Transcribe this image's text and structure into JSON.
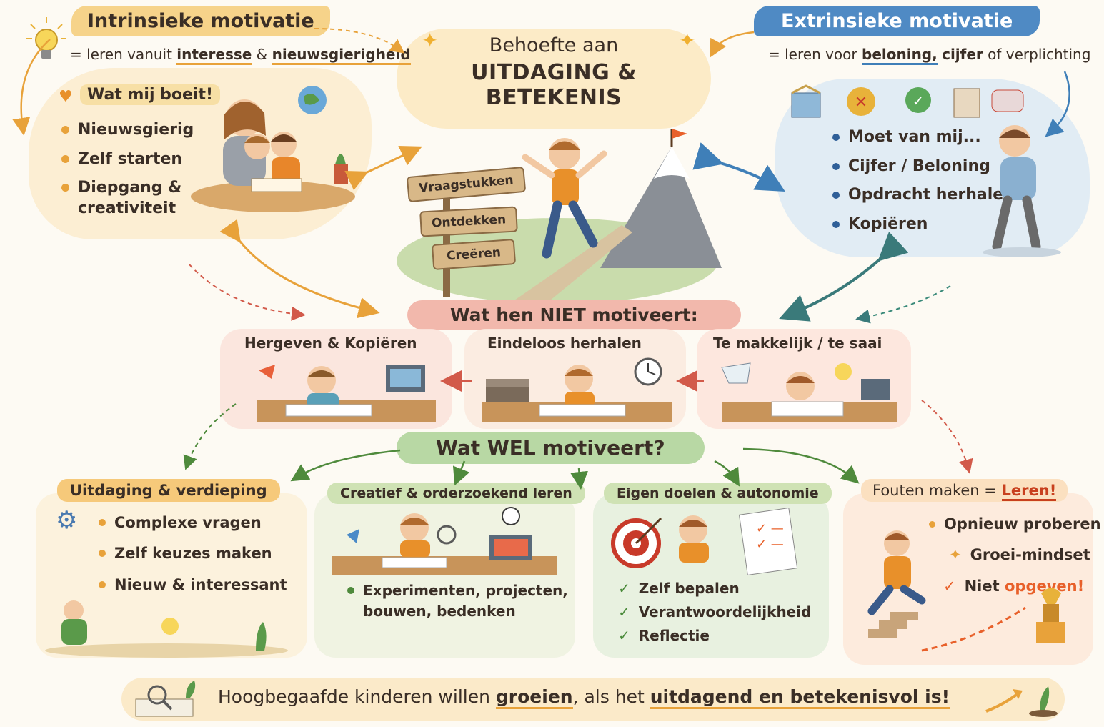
{
  "center": {
    "line1": "Behoefte aan",
    "line2": "UITDAGING & BETEKENIS",
    "signs": [
      "Vraagstukken",
      "Ontdekken",
      "Creëren"
    ]
  },
  "intrinsic": {
    "title": "Intrinsieke motivatie",
    "def_prefix": "= leren vanuit ",
    "def_bold1": "interesse",
    "def_mid": " & ",
    "def_bold2": "nieuwsgierigheid",
    "sub_title": "Wat mij boeit!",
    "items": [
      "Nieuwsgierig",
      "Zelf starten",
      "Diepgang &",
      "creativiteit"
    ]
  },
  "extrinsic": {
    "title": "Extrinsieke motivatie",
    "def_prefix": "= leren voor ",
    "def_bold1": "beloning,",
    "def_bold2": "cijfer",
    "def_mid": " of verplichting",
    "items": [
      "Moet van mij...",
      "Cijfer / Beloning",
      "Opdracht herhalen",
      "Kopiëren"
    ]
  },
  "not_motivating": {
    "title": "Wat hen NIET motiveert:",
    "panels": [
      "Hergeven & Kopiëren",
      "Eindeloos herhalen",
      "Te makkelijk / te saai"
    ]
  },
  "motivating": {
    "title": "Wat WEL motiveert?",
    "cards": [
      {
        "title": "Uitdaging & verdieping",
        "items": [
          "Complexe vragen",
          "Zelf keuzes maken",
          "Nieuw & interessant"
        ]
      },
      {
        "title": "Creatief & orderzoekend leren",
        "items": [
          "Experimenten, projecten,",
          "bouwen, bedenken"
        ]
      },
      {
        "title": "Eigen doelen & autonomie",
        "items": [
          "Zelf bepalen",
          "Verantwoordelijkheid",
          "Reflectie"
        ]
      },
      {
        "title_prefix": "Fouten maken = ",
        "title_bold": "Leren!",
        "items": [
          "Opnieuw proberen",
          "Groei-mindset",
          "Niet ",
          "opgeven!"
        ]
      }
    ]
  },
  "footer": {
    "p1": "Hoogbegaafde kinderen willen ",
    "b1": "groeien",
    "p2": ", als het ",
    "b2": "uitdagend en betekenisvol is!"
  },
  "colors": {
    "orange": "#e8a23a",
    "blue": "#3f7fb8",
    "red": "#d25a4a",
    "green": "#4f8a3c",
    "text": "#3a2e26"
  }
}
